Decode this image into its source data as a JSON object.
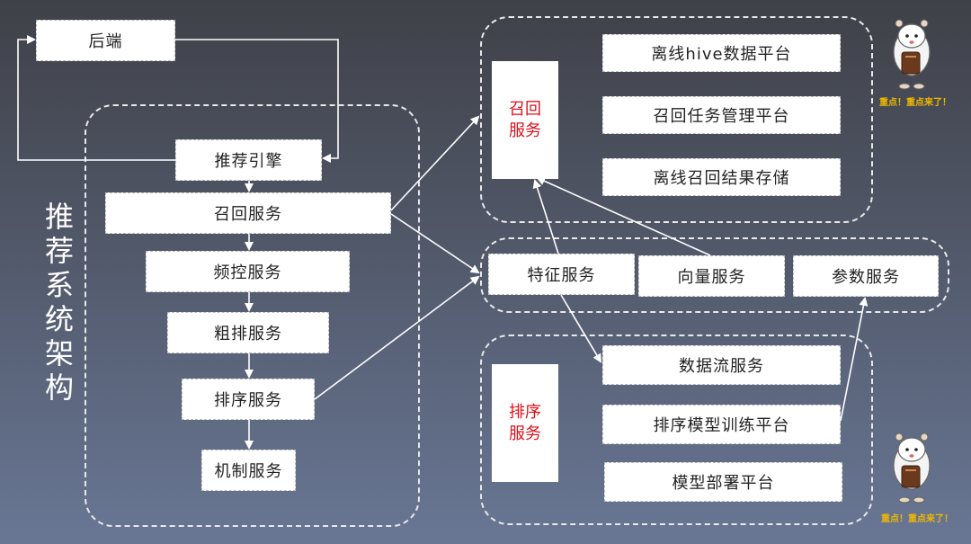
{
  "title_chars": [
    "推",
    "荐",
    "系",
    "统",
    "架",
    "构"
  ],
  "nodes": {
    "backend": "后端",
    "engine": "推荐引擎",
    "recall_service": "召回服务",
    "freq_service": "频控服务",
    "coarse_service": "粗排服务",
    "rank_service": "排序服务",
    "mechanism_service": "机制服务",
    "offline_hive": "离线hive数据平台",
    "recall_task_mgmt": "召回任务管理平台",
    "offline_recall_store": "离线召回结果存储",
    "feature_service": "特征服务",
    "vector_service": "向量服务",
    "param_service": "参数服务",
    "dataflow_service": "数据流服务",
    "rank_model_training": "排序模型训练平台",
    "model_deploy": "模型部署平台"
  },
  "group_labels": {
    "recall": [
      "召回",
      "服务"
    ],
    "rank": [
      "排序",
      "服务"
    ]
  },
  "captions": {
    "top": "重点！重点来了！",
    "bottom": "重点！重点来了！"
  },
  "colors": {
    "highlight_text": "#e0101a",
    "caption": "#f0b800",
    "lines": "#ffffff"
  },
  "icons": [
    "hamster-mascot-icon",
    "hamster-mascot-icon"
  ]
}
